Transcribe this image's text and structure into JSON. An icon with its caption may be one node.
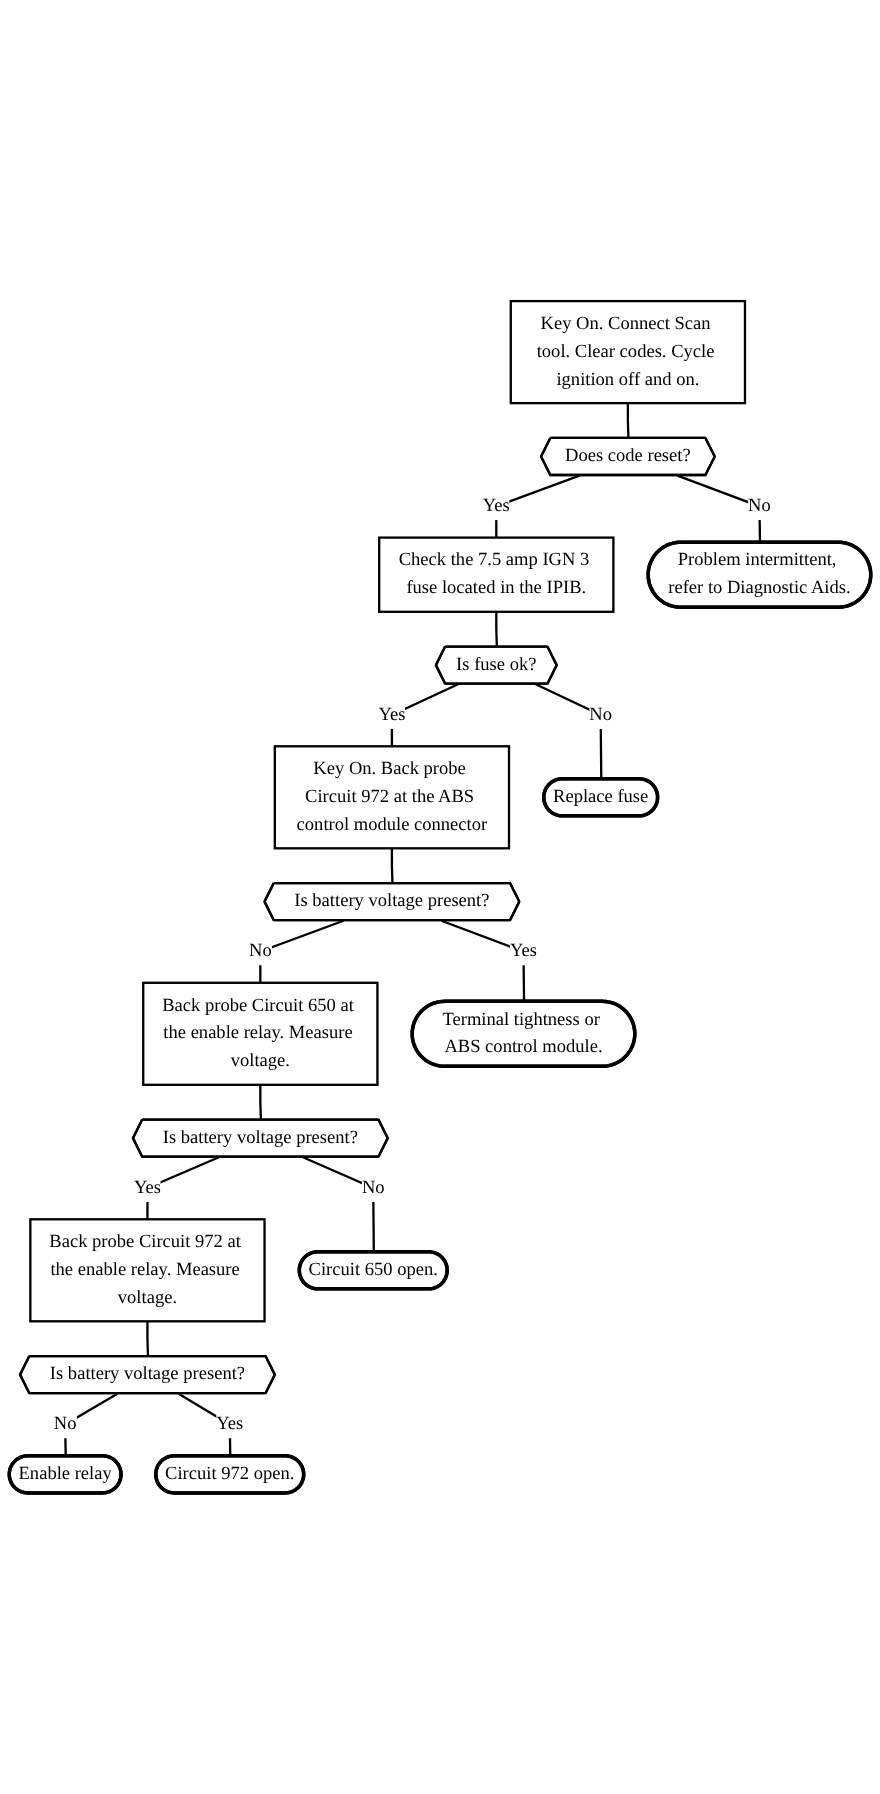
{
  "diagram": {
    "nodes": [
      {
        "text": [
          "Key On. Connect Scan tool. Clear codes. Cycle ignition off and on."
        ]
      },
      {
        "text": [
          "Does code reset?"
        ]
      },
      {
        "text": [
          "Problem intermittent, refer to Diagnostic Aids."
        ]
      },
      {
        "text": [
          "Check the 7.5 amp IGN 3 fuse located in the IPIB."
        ]
      },
      {
        "text": [
          "Is fuse ok?"
        ]
      },
      {
        "text": [
          "Replace fuse"
        ]
      },
      {
        "text": [
          "Key On. Back probe Circuit 972 at the ABS control module connector"
        ]
      },
      {
        "text": [
          "Is battery voltage present?"
        ]
      },
      {
        "text": [
          "Terminal tightness or ABS control module."
        ]
      },
      {
        "text": [
          "Back probe Circuit 650 at the enable relay. Measure voltage."
        ]
      },
      {
        "text": [
          "Is battery voltage present?"
        ]
      },
      {
        "text": [
          "Circuit 650 open."
        ]
      },
      {
        "text": [
          "Back probe Circuit 972 at the enable relay. Measure voltage."
        ]
      },
      {
        "text": [
          "Is battery voltage present?"
        ]
      },
      {
        "text": [
          "Enable relay"
        ]
      },
      {
        "text": [
          "Circuit 972 open."
        ]
      }
    ],
    "edges": [
      {
        "from": 0,
        "to": 1,
        "arrow": "none"
      },
      {
        "from": 1,
        "to": 2,
        "arrow": "none",
        "label": "No"
      },
      {
        "from": 1,
        "to": 3,
        "arrow": "none",
        "label": "Yes"
      },
      {
        "from": 3,
        "to": 4,
        "arrow": "none"
      },
      {
        "from": 4,
        "to": 5,
        "arrow": "none",
        "label": "No"
      },
      {
        "from": 4,
        "to": 6,
        "arrow": "none",
        "label": "Yes"
      },
      {
        "from": 6,
        "to": 7,
        "arrow": "none"
      },
      {
        "from": 7,
        "to": 8,
        "arrow": "none",
        "label": "Yes"
      },
      {
        "from": 7,
        "to": 9,
        "arrow": "none",
        "label": "No"
      },
      {
        "from": 9,
        "to": 10,
        "arrow": "none"
      },
      {
        "from": 10,
        "to": 11,
        "arrow": "none",
        "label": "No"
      },
      {
        "from": 10,
        "to": 12,
        "arrow": "none",
        "label": "Yes"
      },
      {
        "from": 12,
        "to": 13,
        "arrow": "none"
      },
      {
        "from": 13,
        "to": 14,
        "arrow": "none",
        "label": "No"
      },
      {
        "from": 13,
        "to": 15,
        "arrow": "none",
        "label": "Yes"
      }
    ]
  }
}
